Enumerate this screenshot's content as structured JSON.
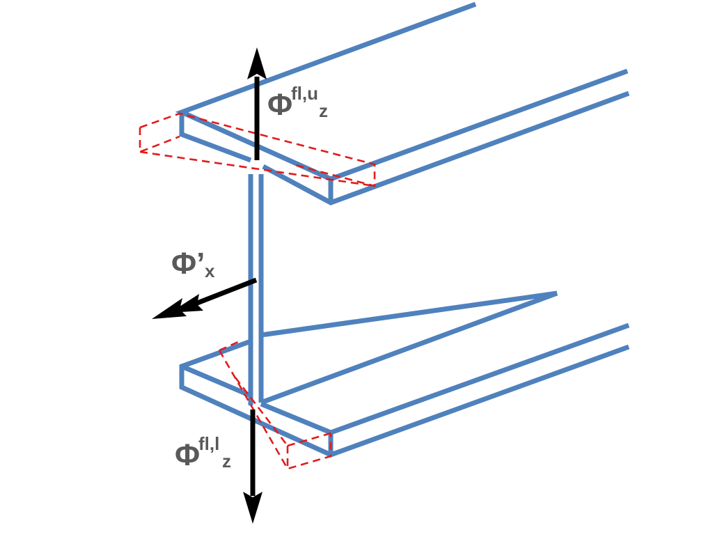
{
  "colors": {
    "beam": "#4f81bd",
    "warp": "#e31a1c",
    "arrow": "#000000",
    "label": "#595959"
  },
  "labels": {
    "upper_flange": {
      "symbol": "Φ",
      "sup": "fl,u",
      "sub": "z"
    },
    "web": {
      "symbol": "Φ’",
      "sub": "x"
    },
    "lower_flange": {
      "symbol": "Φ",
      "sup": "fl,l",
      "sub": "z"
    }
  }
}
